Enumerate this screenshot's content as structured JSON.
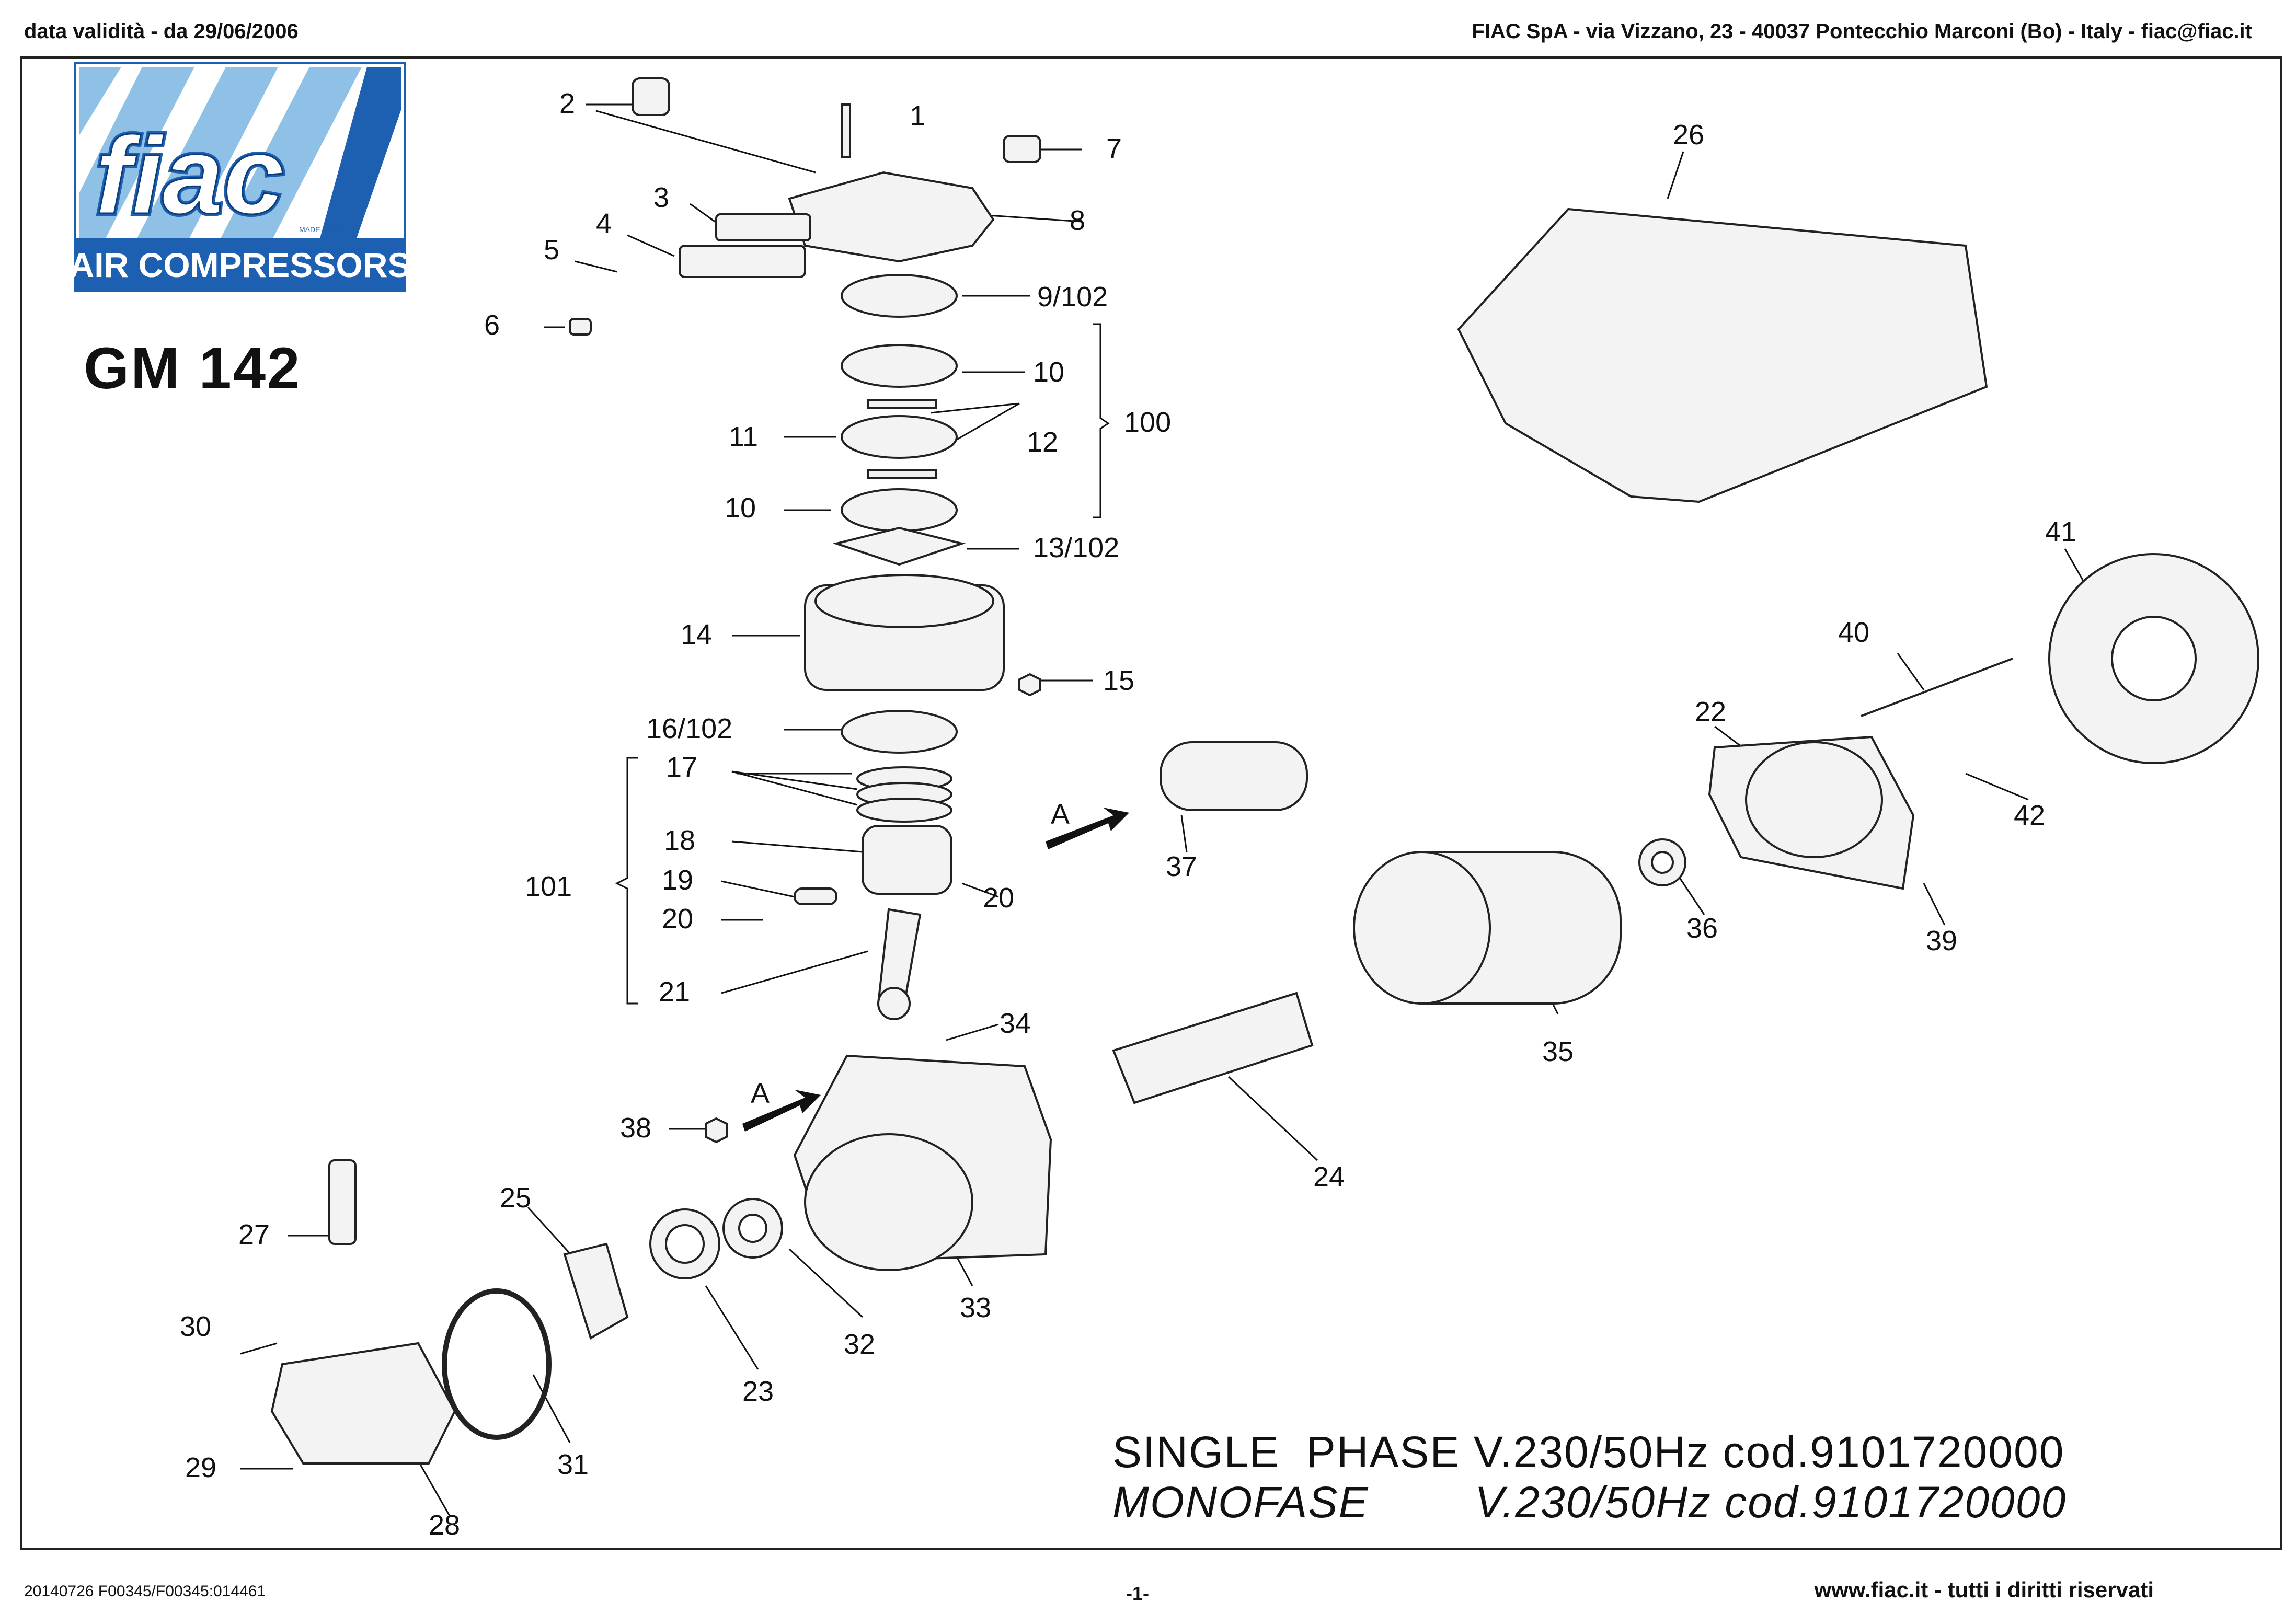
{
  "header": {
    "validity": "data validità - da 29/06/2006",
    "company": "FIAC SpA - via Vizzano, 23 - 40037 Pontecchio Marconi (Bo) - Italy - fiac@fiac.it"
  },
  "logo": {
    "brand": "fiac",
    "made_in": "MADE IN ITALY",
    "tagline": "AIR COMPRESSORS",
    "brand_color": "#1d5fb0",
    "stripe_color": "#8fc0e6"
  },
  "model": "GM 142",
  "labels": {
    "p1": "1",
    "p2": "2",
    "p3": "3",
    "p4": "4",
    "p5": "5",
    "p6": "6",
    "p7": "7",
    "p8": "8",
    "p9": "9/102",
    "p10a": "10",
    "p11": "11",
    "p12": "12",
    "p100": "100",
    "p10b": "10",
    "p13": "13/102",
    "p14": "14",
    "p15": "15",
    "p16": "16/102",
    "p17": "17",
    "p18": "18",
    "p19": "19",
    "p20a": "20",
    "p20b": "20",
    "p21": "21",
    "p101": "101",
    "p22": "22",
    "p23": "23",
    "p24": "24",
    "p25": "25",
    "p26": "26",
    "p27": "27",
    "p28": "28",
    "p29": "29",
    "p30": "30",
    "p31": "31",
    "p32": "32",
    "p33": "33",
    "p34": "34",
    "p35": "35",
    "p36": "36",
    "p37": "37",
    "p38": "38",
    "p39": "39",
    "p40": "40",
    "p41": "41",
    "p42": "42",
    "arrowA1": "A",
    "arrowA2": "A"
  },
  "caption": {
    "line1": "SINGLE  PHASE V.230/50Hz cod.9101720000",
    "line2": "MONOFASE        V.230/50Hz cod.9101720000"
  },
  "footer": {
    "doc_code": "20140726 F00345/F00345:014461",
    "page": "-1-",
    "website": "www.fiac.it - tutti i diritti riservati"
  }
}
